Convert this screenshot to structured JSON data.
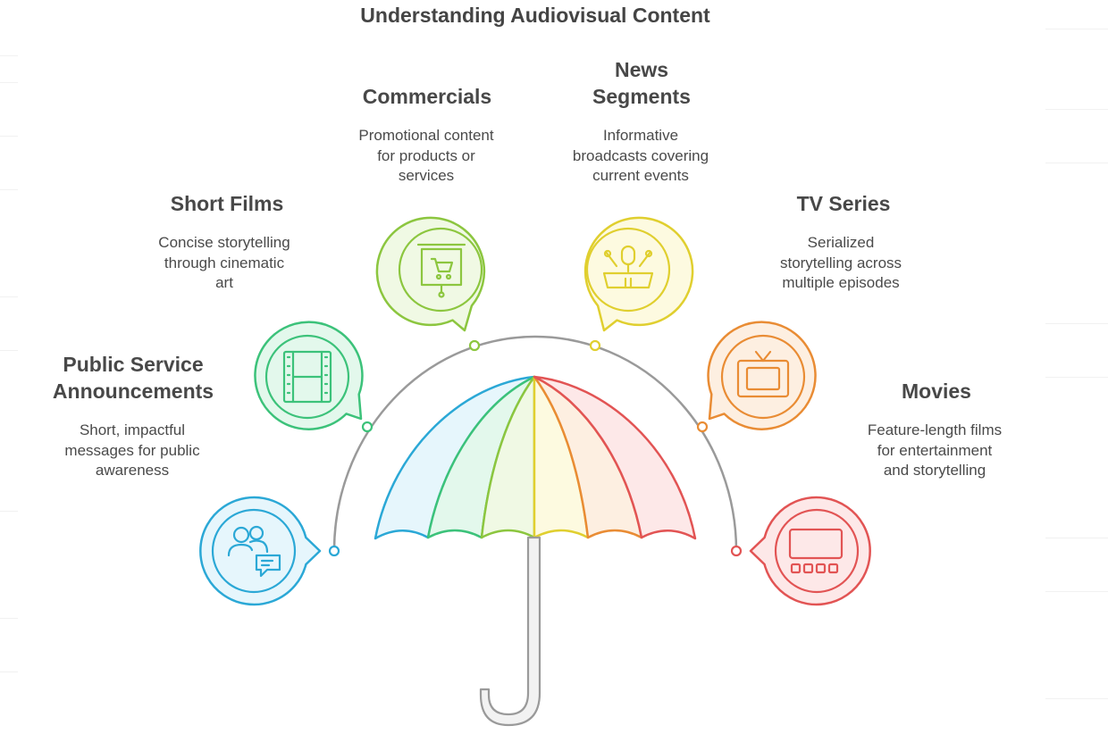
{
  "title": "Understanding Audiovisual Content",
  "categories": [
    {
      "id": "psa",
      "icon": "people-chat-icon",
      "color": "#2ba8d6",
      "fill": "#e6f6fc",
      "heading_lines": [
        "Public Service",
        "Announcements"
      ],
      "description_lines": [
        "Short, impactful",
        "messages for public",
        "awareness"
      ]
    },
    {
      "id": "short-films",
      "icon": "film-strip-icon",
      "color": "#3cc27a",
      "fill": "#e3f8ec",
      "heading_lines": [
        "Short Films"
      ],
      "description_lines": [
        "Concise storytelling",
        "through cinematic",
        "art"
      ]
    },
    {
      "id": "commercials",
      "icon": "shopping-cart-presentation-icon",
      "color": "#8cc63f",
      "fill": "#f0f9e4",
      "heading_lines": [
        "Commercials"
      ],
      "description_lines": [
        "Promotional content",
        "for products or",
        "services"
      ]
    },
    {
      "id": "news",
      "icon": "microphone-podium-icon",
      "color": "#e0cf2f",
      "fill": "#fdfae0",
      "heading_lines": [
        "News",
        "Segments"
      ],
      "description_lines": [
        "Informative",
        "broadcasts covering",
        "current events"
      ]
    },
    {
      "id": "tv-series",
      "icon": "television-icon",
      "color": "#e98c34",
      "fill": "#fdefe1",
      "heading_lines": [
        "TV Series"
      ],
      "description_lines": [
        "Serialized",
        "storytelling across",
        "multiple episodes"
      ]
    },
    {
      "id": "movies",
      "icon": "tablet-screen-icon",
      "color": "#e25454",
      "fill": "#fde8e8",
      "heading_lines": [
        "Movies"
      ],
      "description_lines": [
        "Feature-length films",
        "for entertainment",
        "and storytelling"
      ]
    }
  ]
}
